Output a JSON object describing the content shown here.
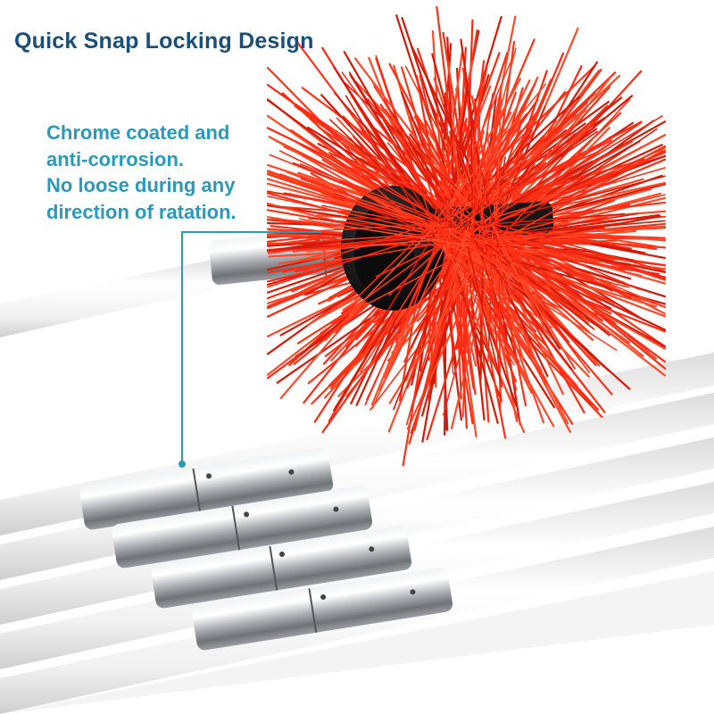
{
  "headline": "Quick Snap Locking Design",
  "callout": {
    "lines": [
      "Chrome coated and",
      "anti-corrosion.",
      "No loose during any",
      "direction of ratation."
    ]
  },
  "colors": {
    "headline": "#1a4f7a",
    "callout_text": "#2a9ab8",
    "leader_line": "#2a9ab8",
    "bristles": "#ff2a12",
    "bristles_dark": "#d41a08",
    "hub": "#111111",
    "rod": "#f3f3f3",
    "ferrule": "#c9cbcd"
  },
  "objects": {
    "brush": "red-nylon-chimney-brush",
    "rods": "flexible-white-rods",
    "connectors": "chrome-snap-lock-ferrules"
  }
}
